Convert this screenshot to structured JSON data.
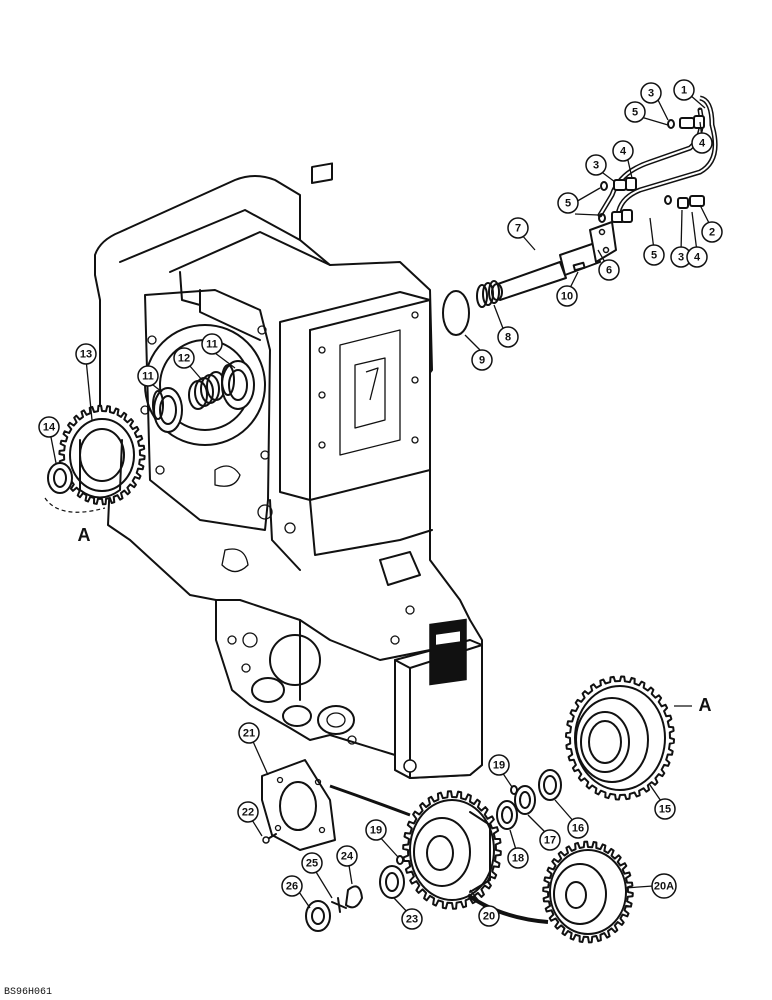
{
  "callouts": [
    {
      "id": "c1",
      "label": "1"
    },
    {
      "id": "c2",
      "label": "2"
    },
    {
      "id": "c3a",
      "label": "3"
    },
    {
      "id": "c3b",
      "label": "3"
    },
    {
      "id": "c3c",
      "label": "3"
    },
    {
      "id": "c4a",
      "label": "4"
    },
    {
      "id": "c4b",
      "label": "4"
    },
    {
      "id": "c4c",
      "label": "4"
    },
    {
      "id": "c5a",
      "label": "5"
    },
    {
      "id": "c5b",
      "label": "5"
    },
    {
      "id": "c5c",
      "label": "5"
    },
    {
      "id": "c6",
      "label": "6"
    },
    {
      "id": "c7",
      "label": "7"
    },
    {
      "id": "c8",
      "label": "8"
    },
    {
      "id": "c9",
      "label": "9"
    },
    {
      "id": "c10",
      "label": "10"
    },
    {
      "id": "c11a",
      "label": "11"
    },
    {
      "id": "c11b",
      "label": "11"
    },
    {
      "id": "c12",
      "label": "12"
    },
    {
      "id": "c13",
      "label": "13"
    },
    {
      "id": "c14",
      "label": "14"
    },
    {
      "id": "c15",
      "label": "15"
    },
    {
      "id": "c16",
      "label": "16"
    },
    {
      "id": "c17",
      "label": "17"
    },
    {
      "id": "c18",
      "label": "18"
    },
    {
      "id": "c19a",
      "label": "19"
    },
    {
      "id": "c19b",
      "label": "19"
    },
    {
      "id": "c20",
      "label": "20"
    },
    {
      "id": "c20a",
      "label": "20A"
    },
    {
      "id": "c21",
      "label": "21"
    },
    {
      "id": "c22",
      "label": "22"
    },
    {
      "id": "c23",
      "label": "23"
    },
    {
      "id": "c24",
      "label": "24"
    },
    {
      "id": "c25",
      "label": "25"
    },
    {
      "id": "c26",
      "label": "26"
    }
  ],
  "view_marker_left": "A",
  "view_marker_right": "A",
  "figure_reference": "BS96H061",
  "colors": {
    "ink": "#111111",
    "paper": "#ffffff"
  }
}
